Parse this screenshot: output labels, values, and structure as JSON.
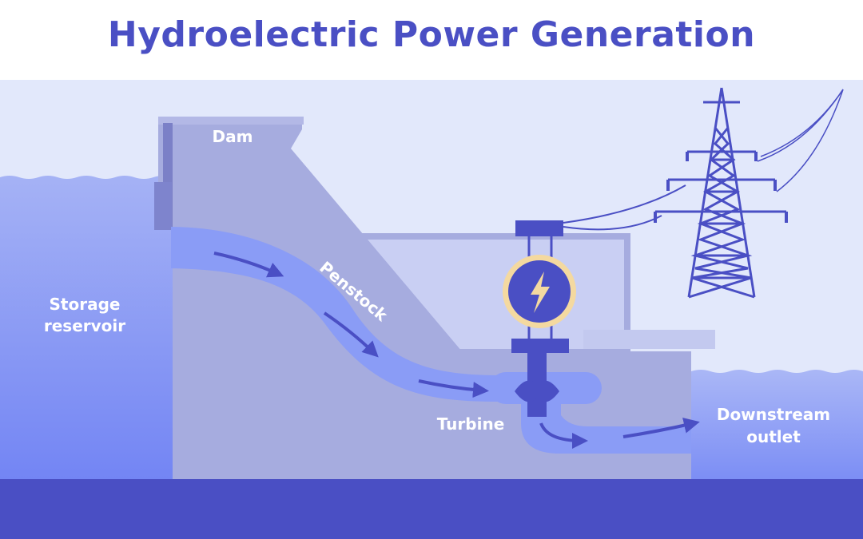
{
  "title": "Hydroelectric Power Generation",
  "labels": {
    "dam": "Dam",
    "penstock": "Penstock",
    "reservoir_line1": "Storage",
    "reservoir_line2": "reservoir",
    "turbine": "Turbine",
    "outlet_line1": "Downstream",
    "outlet_line2": "outlet"
  },
  "icons": {
    "generator": "lightning-bolt-icon",
    "tower": "transmission-tower-icon"
  },
  "colors": {
    "title": "#4a4fc4",
    "sky": "#e2e8fb",
    "water": "#7d8ff6",
    "dam": "#a6acdf",
    "ground": "#4a4fc4",
    "accent": "#f4d9a0"
  }
}
